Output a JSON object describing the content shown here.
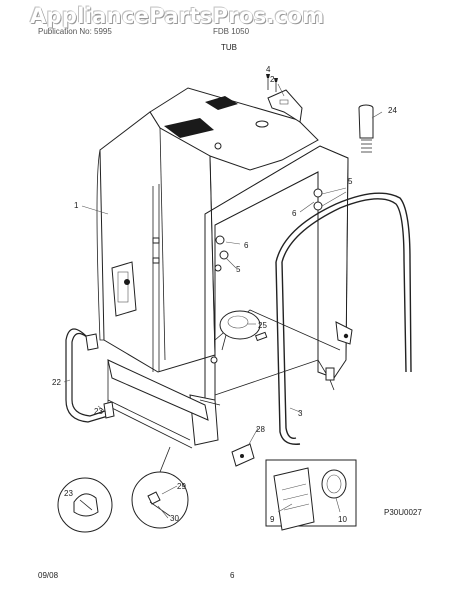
{
  "watermark": "AppliancePartsPros.com",
  "header": {
    "left": "Publication No: 5995",
    "right": "FDB 1050"
  },
  "section_title": "TUB",
  "callouts": {
    "c1": "1",
    "c2": "2",
    "c3": "3",
    "c4": "4",
    "c5a": "5",
    "c5b": "5",
    "c6a": "6",
    "c6b": "6",
    "c9": "9",
    "c10": "10",
    "c22": "22",
    "c23a": "23",
    "c23b": "23",
    "c24": "24",
    "c25": "25",
    "c28": "28",
    "c29": "29",
    "c30": "30"
  },
  "diagram_code": "P30U0027",
  "footer": {
    "date": "09/08",
    "page": "6"
  }
}
